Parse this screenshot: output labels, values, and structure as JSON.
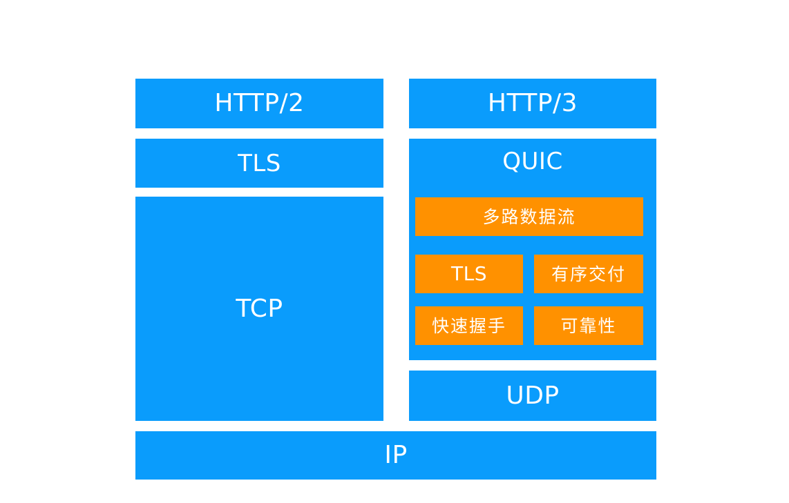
{
  "diagram": {
    "title_semantic": "HTTP/2 over TCP+TLS versus HTTP/3 over QUIC+UDP protocol stack",
    "background_color": "#ffffff",
    "colors": {
      "layer_blue": "#0a9cfc",
      "feature_orange": "#ff9100",
      "text_white": "#ffffff"
    },
    "left_stack": {
      "name": "HTTP/2 stack",
      "layers": [
        {
          "id": "http2",
          "label": "HTTP/2",
          "color": "#0a9cfc"
        },
        {
          "id": "tls",
          "label": "TLS",
          "color": "#0a9cfc"
        },
        {
          "id": "tcp",
          "label": "TCP",
          "color": "#0a9cfc"
        }
      ]
    },
    "right_stack": {
      "name": "HTTP/3 stack",
      "layers": [
        {
          "id": "http3",
          "label": "HTTP/3",
          "color": "#0a9cfc"
        },
        {
          "id": "quic",
          "label": "QUIC",
          "color": "#0a9cfc"
        },
        {
          "id": "udp",
          "label": "UDP",
          "color": "#0a9cfc"
        }
      ],
      "quic_features": [
        {
          "id": "multiplexed-streams",
          "label": "多路数据流",
          "color": "#ff9100"
        },
        {
          "id": "tls",
          "label": "TLS",
          "color": "#ff9100"
        },
        {
          "id": "ordered-delivery",
          "label": "有序交付",
          "color": "#ff9100"
        },
        {
          "id": "fast-handshake",
          "label": "快速握手",
          "color": "#ff9100"
        },
        {
          "id": "reliability",
          "label": "可靠性",
          "color": "#ff9100"
        }
      ]
    },
    "shared_layer": {
      "id": "ip",
      "label": "IP",
      "color": "#0a9cfc"
    }
  }
}
